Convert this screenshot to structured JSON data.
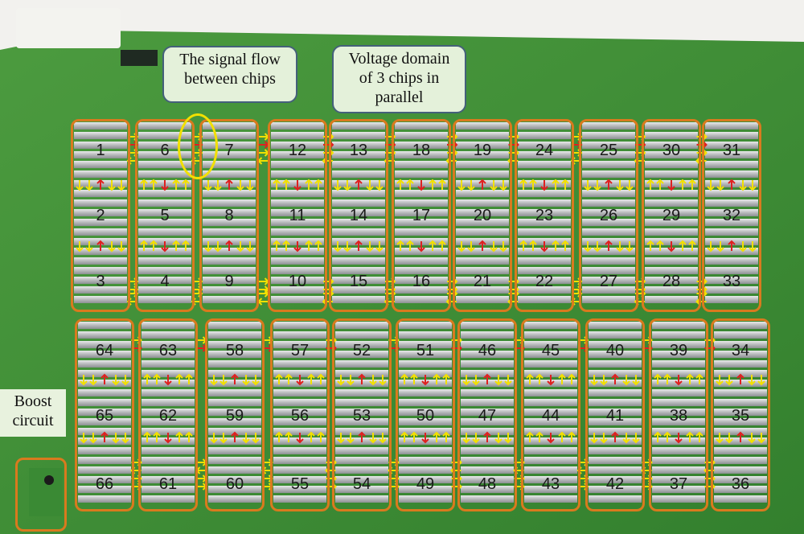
{
  "annotations": {
    "signal_flow_line1": "The signal flow",
    "signal_flow_line2": "between chips",
    "voltage_line1": "Voltage domain",
    "voltage_line2": "of 3 chips in",
    "voltage_line3": "parallel",
    "boost_line1": "Boost",
    "boost_line2": "circuit"
  },
  "colors": {
    "board_green": "#3f8f35",
    "heatsink": "#b9bbbd",
    "box_orange": "#d97a1e",
    "arrow_yellow": "#f2e000",
    "arrow_red": "#e02020",
    "callout_fill": "#e4f1da"
  },
  "chips": {
    "top": [
      [
        "1",
        "2",
        "3"
      ],
      [
        "6",
        "5",
        "4"
      ],
      [
        "7",
        "8",
        "9"
      ],
      [
        "12",
        "11",
        "10"
      ],
      [
        "13",
        "14",
        "15"
      ],
      [
        "18",
        "17",
        "16"
      ],
      [
        "19",
        "20",
        "21"
      ],
      [
        "24",
        "23",
        "22"
      ],
      [
        "25",
        "26",
        "27"
      ],
      [
        "30",
        "29",
        "28"
      ],
      [
        "31",
        "32",
        "33"
      ]
    ],
    "bottom": [
      [
        "64",
        "65",
        "66"
      ],
      [
        "63",
        "62",
        "61"
      ],
      [
        "58",
        "59",
        "60"
      ],
      [
        "57",
        "56",
        "55"
      ],
      [
        "52",
        "53",
        "54"
      ],
      [
        "51",
        "50",
        "49"
      ],
      [
        "46",
        "47",
        "48"
      ],
      [
        "45",
        "44",
        "43"
      ],
      [
        "40",
        "41",
        "42"
      ],
      [
        "39",
        "38",
        "37"
      ],
      [
        "34",
        "35",
        "36"
      ]
    ]
  }
}
